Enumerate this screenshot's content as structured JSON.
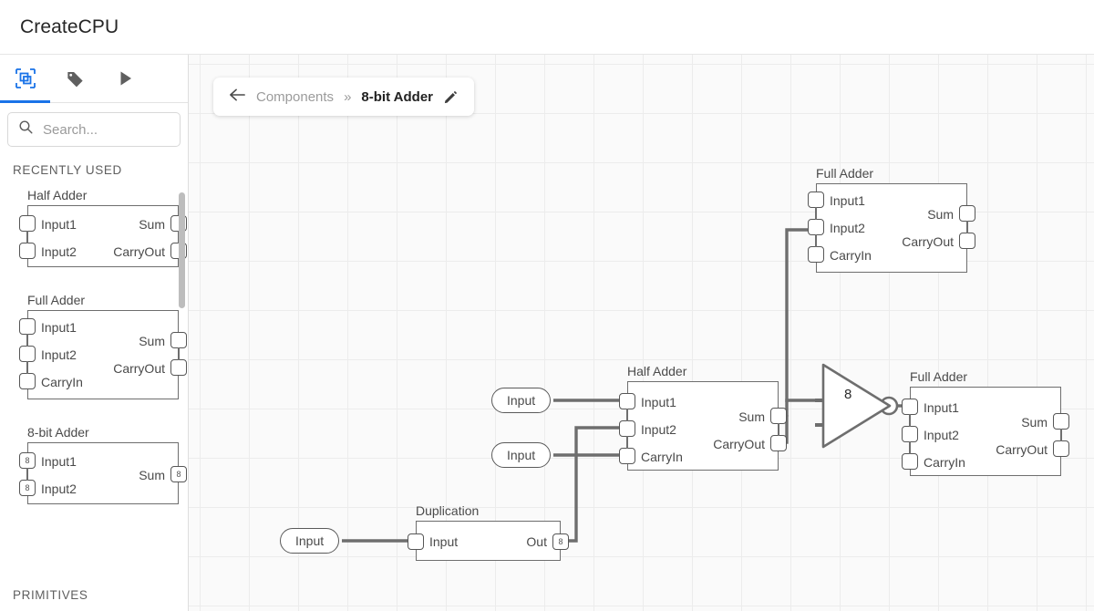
{
  "app": {
    "title": "CreateCPU"
  },
  "sidebar": {
    "tabs": [
      {
        "name": "components-tab",
        "icon": "component-select-icon",
        "active": true
      },
      {
        "name": "tags-tab",
        "icon": "tag-icon",
        "active": false
      },
      {
        "name": "run-tab",
        "icon": "play-icon",
        "active": false
      }
    ],
    "search": {
      "placeholder": "Search...",
      "value": "",
      "icon": "search-icon"
    },
    "sections": [
      {
        "label": "RECENTLY USED"
      },
      {
        "label": "PRIMITIVES"
      }
    ],
    "palette": [
      {
        "name": "Half Adder",
        "inputs": [
          {
            "label": "Input1",
            "width": ""
          },
          {
            "label": "Input2",
            "width": ""
          }
        ],
        "outputs": [
          {
            "label": "Sum",
            "width": ""
          },
          {
            "label": "CarryOut",
            "width": ""
          }
        ]
      },
      {
        "name": "Full Adder",
        "inputs": [
          {
            "label": "Input1",
            "width": ""
          },
          {
            "label": "Input2",
            "width": ""
          },
          {
            "label": "CarryIn",
            "width": ""
          }
        ],
        "outputs": [
          {
            "label": "Sum",
            "width": ""
          },
          {
            "label": "CarryOut",
            "width": ""
          }
        ]
      },
      {
        "name": "8-bit Adder",
        "inputs": [
          {
            "label": "Input1",
            "width": "8"
          },
          {
            "label": "Input2",
            "width": "8"
          }
        ],
        "outputs": [
          {
            "label": "Sum",
            "width": "8"
          }
        ]
      }
    ]
  },
  "breadcrumb": {
    "back_icon": "back-arrow-icon",
    "parent": "Components",
    "separator": "»",
    "current": "8-bit Adder",
    "edit_icon": "pencil-icon"
  },
  "canvas": {
    "io_pills": [
      {
        "label": "Input"
      },
      {
        "label": "Input"
      },
      {
        "label": "Input"
      }
    ],
    "components": [
      {
        "id": "full-adder-top",
        "name": "Full Adder",
        "inputs": [
          {
            "label": "Input1"
          },
          {
            "label": "Input2"
          },
          {
            "label": "CarryIn"
          }
        ],
        "outputs": [
          {
            "label": "Sum"
          },
          {
            "label": "CarryOut"
          }
        ]
      },
      {
        "id": "half-adder-mid",
        "name": "Half Adder",
        "inputs": [
          {
            "label": "Input1"
          },
          {
            "label": "Input2"
          },
          {
            "label": "CarryIn"
          }
        ],
        "outputs": [
          {
            "label": "Sum"
          },
          {
            "label": "CarryOut"
          }
        ]
      },
      {
        "id": "full-adder-right",
        "name": "Full Adder",
        "inputs": [
          {
            "label": "Input1"
          },
          {
            "label": "Input2"
          },
          {
            "label": "CarryIn"
          }
        ],
        "outputs": [
          {
            "label": "Sum"
          },
          {
            "label": "CarryOut"
          }
        ]
      },
      {
        "id": "duplication",
        "name": "Duplication",
        "inputs": [
          {
            "label": "Input",
            "width": ""
          }
        ],
        "outputs": [
          {
            "label": "Out",
            "width": "8"
          }
        ]
      }
    ],
    "buffer": {
      "label": "8"
    }
  },
  "colors": {
    "accent": "#1a73e8",
    "wire": "#6e6e6e",
    "component_border": "#6e6e6e",
    "canvas_bg": "#fafafa",
    "grid_line": "#ececec",
    "text": "#4a4a4a"
  }
}
